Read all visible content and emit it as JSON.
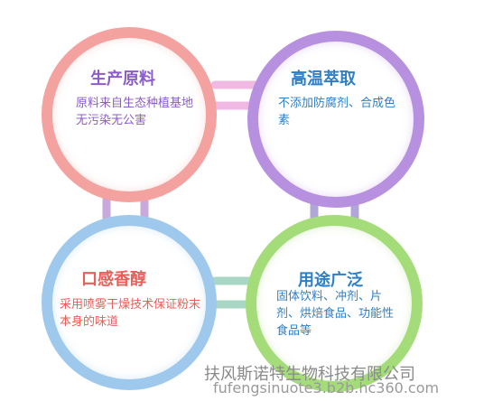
{
  "nodes": [
    {
      "title": "生产原料",
      "desc": "原料来自生态种植基地无污染无公害",
      "ring_color": "#f3a2a0",
      "text_color": "#8c5cc8"
    },
    {
      "title": "高温萃取",
      "desc": "不添加防腐剂、合成色素",
      "ring_color": "#b890e0",
      "text_color": "#2e7fc6"
    },
    {
      "title": "口感香醇",
      "desc": "采用喷雾干燥技术保证粉末本身的味道",
      "ring_color": "#9fc9ec",
      "text_color": "#ea5e5a"
    },
    {
      "title": "用途广泛",
      "desc": "固体饮料、冲剂、片剂、烘焙食品、功能性食品等",
      "ring_color": "#a5dc7a",
      "text_color": "#2e7fc6"
    }
  ],
  "watermark": {
    "company": "扶风斯诺特生物科技有限公司",
    "site": "fufengsinuote3.b2b.hc360.com"
  }
}
